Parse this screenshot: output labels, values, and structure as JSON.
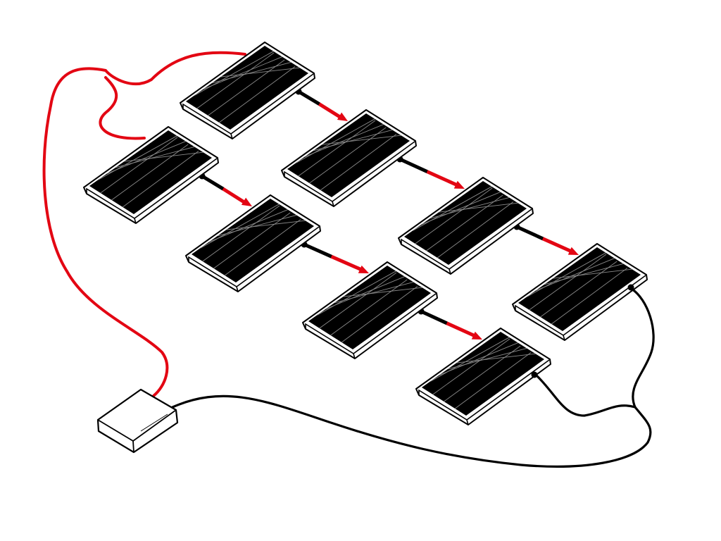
{
  "diagram": {
    "subject": "solar-panel-array-wiring",
    "colors": {
      "background": "#ffffff",
      "panel_cells": "#000000",
      "panel_frame": "#ffffff",
      "grid_lines": "#8a8a8a",
      "cable_positive": "#e30613",
      "cable_negative": "#000000",
      "outline": "#000000"
    },
    "panels": [
      {
        "id": "panel-1",
        "icon": "solar-panel-icon"
      },
      {
        "id": "panel-2",
        "icon": "solar-panel-icon"
      },
      {
        "id": "panel-3",
        "icon": "solar-panel-icon"
      },
      {
        "id": "panel-4",
        "icon": "solar-panel-icon"
      },
      {
        "id": "panel-5",
        "icon": "solar-panel-icon"
      },
      {
        "id": "panel-6",
        "icon": "solar-panel-icon"
      },
      {
        "id": "panel-7",
        "icon": "solar-panel-icon"
      },
      {
        "id": "panel-8",
        "icon": "solar-panel-icon"
      }
    ],
    "links": [
      {
        "from": "panel-1",
        "to": "panel-2"
      },
      {
        "from": "panel-2",
        "to": "panel-3"
      },
      {
        "from": "panel-3",
        "to": "panel-4"
      },
      {
        "from": "panel-5",
        "to": "panel-6"
      },
      {
        "from": "panel-6",
        "to": "panel-7"
      },
      {
        "from": "panel-7",
        "to": "panel-8"
      }
    ],
    "controller": {
      "icon": "charge-controller-icon"
    }
  }
}
